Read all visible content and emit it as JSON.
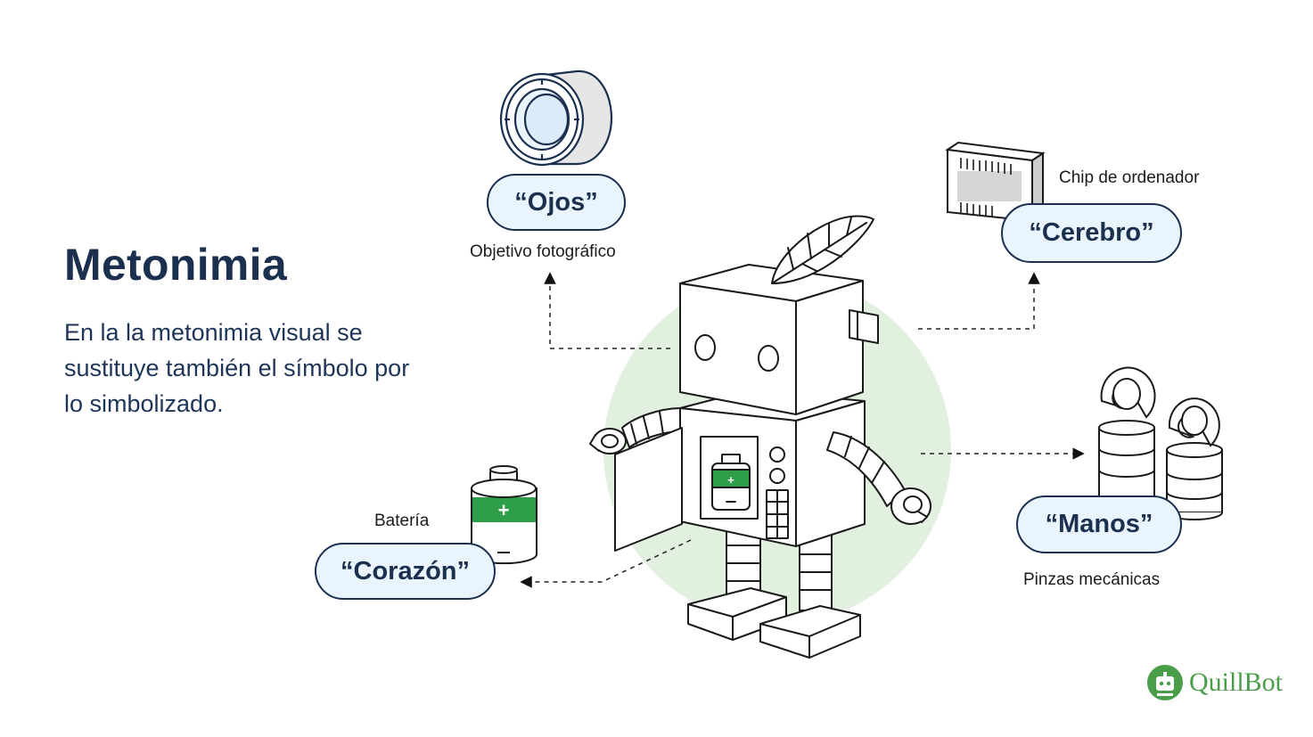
{
  "heading": "Metonimia",
  "description": "En la la metonimia visual se sustituye también el símbolo por lo simbolizado.",
  "labels": {
    "eyes": {
      "pill": "“Ojos”",
      "caption": "Objetivo fotográfico"
    },
    "brain": {
      "pill": "“Cerebro”",
      "caption": "Chip de ordenador"
    },
    "hands": {
      "pill": "“Manos”",
      "caption": "Pinzas mecánicas"
    },
    "heart": {
      "pill": "“Corazón”",
      "caption": "Batería"
    }
  },
  "brand": {
    "name": "QuillBot"
  },
  "colors": {
    "navy": "#1b2f4f",
    "pill_fill": "#eaf4fd",
    "green_circle": "#e2f0e0",
    "battery_green": "#2e9e4a",
    "brand_green": "#4a9e4a"
  },
  "icons": [
    "camera-lens-icon",
    "computer-chip-icon",
    "mechanical-pincers-icon",
    "battery-icon",
    "feather-icon",
    "robot-illustration"
  ]
}
